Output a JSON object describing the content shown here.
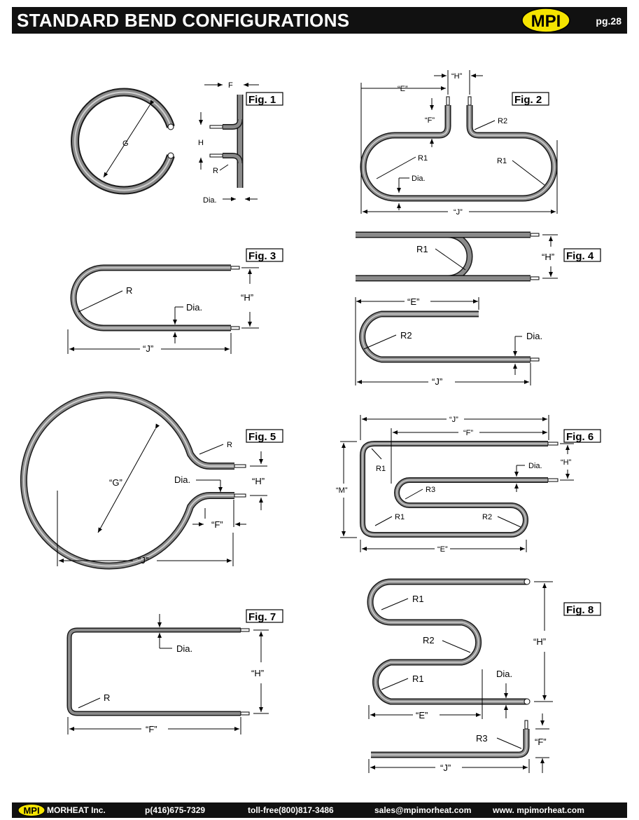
{
  "header": {
    "title": "STANDARD BEND CONFIGURATIONS",
    "logo": "MPI",
    "page": "pg.28",
    "logo_color": "#f5e400"
  },
  "figures": {
    "fig1": {
      "label": "Fig. 1",
      "F": "F",
      "G": "G",
      "H": "H",
      "R": "R",
      "dia": "Dia."
    },
    "fig2": {
      "label": "Fig. 2",
      "E": "“E”",
      "H": "“H”",
      "F": "“F”",
      "R2": "R2",
      "R1a": "R1",
      "R1b": "R1",
      "dia": "Dia.",
      "J": "“J”"
    },
    "fig3": {
      "label": "Fig. 3",
      "R": "R",
      "dia": "Dia.",
      "H": "“H”",
      "J": "“J”"
    },
    "fig4": {
      "label": "Fig. 4",
      "R1": "R1",
      "H": "“H”",
      "E": "“E”",
      "R2": "R2",
      "dia": "Dia.",
      "J": "“J”"
    },
    "fig5": {
      "label": "Fig. 5",
      "R": "R",
      "G": "“G”",
      "dia": "Dia.",
      "H": "“H”",
      "F": "“F”",
      "J": "“J”"
    },
    "fig6": {
      "label": "Fig. 6",
      "J": "“J”",
      "F": "“F”",
      "R1a": "R1",
      "dia": "Dia.",
      "H": "“H”",
      "M": "“M”",
      "R3": "R3",
      "R1b": "R1",
      "R2": "R2",
      "E": "“E”"
    },
    "fig7": {
      "label": "Fig. 7",
      "dia": "Dia.",
      "H": "“H”",
      "R": "R",
      "F": "“F”"
    },
    "fig8": {
      "label": "Fig. 8",
      "R1a": "R1",
      "R2": "R2",
      "H": "“H”",
      "R1b": "R1",
      "dia": "Dia.",
      "E": "“E”",
      "R3": "R3",
      "F": "“F”",
      "J": "“J”"
    }
  },
  "footer": {
    "logo": "MPI",
    "company": "MORHEAT Inc.",
    "phone": "p(416)675-7329",
    "tollfree": "toll-free(800)817-3486",
    "email": "sales@mpimorheat.com",
    "website": "www. mpimorheat.com"
  }
}
